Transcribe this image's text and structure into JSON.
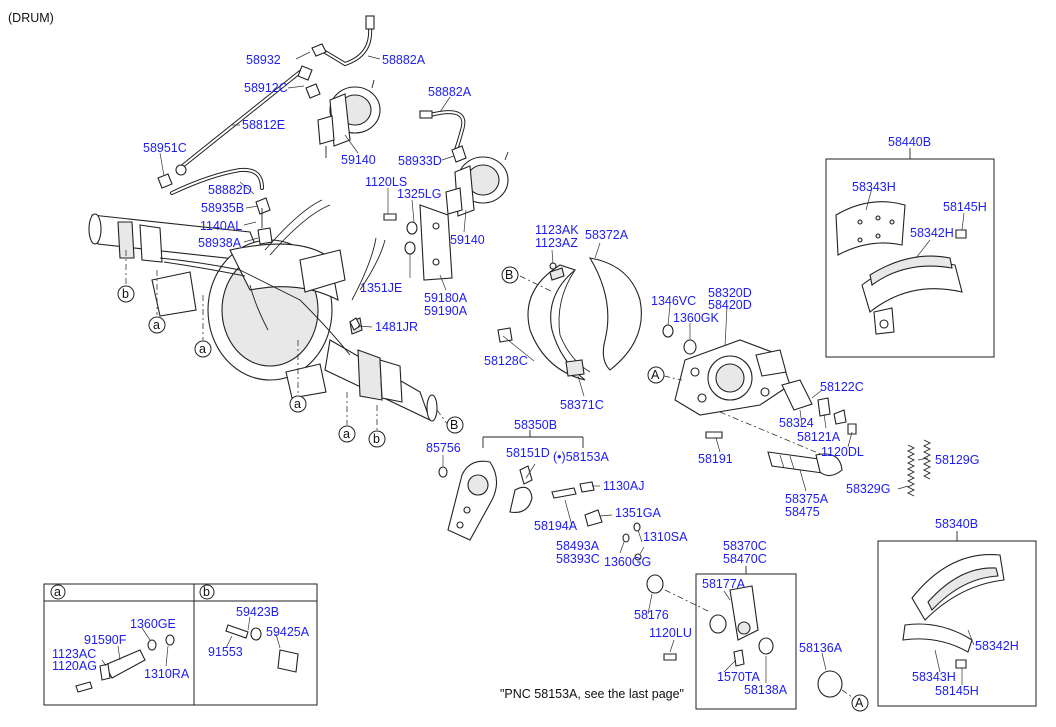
{
  "header": {
    "title": "(DRUM)"
  },
  "callouts": {
    "58932": "58932",
    "58882A_1": "58882A",
    "58912C": "58912C",
    "58812E": "58812E",
    "59140_1": "59140",
    "58882A_2": "58882A",
    "58933D": "58933D",
    "59140_2": "59140",
    "58951C": "58951C",
    "58882D": "58882D",
    "58935B": "58935B",
    "1140AL": "1140AL",
    "58938A": "58938A",
    "1120LS": "1120LS",
    "1325LG": "1325LG",
    "1351JE": "1351JE",
    "59180A": "59180A",
    "59190A": "59190A",
    "1481JR": "1481JR",
    "1123AK": "1123AK",
    "1123AZ": "1123AZ",
    "58372A": "58372A",
    "58128C": "58128C",
    "58371C": "58371C",
    "58440B": "58440B",
    "58343H_1": "58343H",
    "58145H_1": "58145H",
    "58342H_1": "58342H",
    "58320D": "58320D",
    "58420D": "58420D",
    "1346VC": "1346VC",
    "1360GK": "1360GK",
    "58122C": "58122C",
    "58324": "58324",
    "58121A": "58121A",
    "1120DL": "1120DL",
    "58191": "58191",
    "58129G": "58129G",
    "58329G": "58329G",
    "58375A": "58375A",
    "58475": "58475",
    "58350B": "58350B",
    "58151D": "58151D",
    "58153A": "(•)58153A",
    "85756": "85756",
    "1130AJ": "1130AJ",
    "1351GA": "1351GA",
    "58194A": "58194A",
    "1310SA": "1310SA",
    "58493A": "58493A",
    "58393C": "58393C",
    "1360GG": "1360GG",
    "58370C": "58370C",
    "58470C": "58470C",
    "58177A": "58177A",
    "58176": "58176",
    "1120LU": "1120LU",
    "1570TA": "1570TA",
    "58138A": "58138A",
    "58136A": "58136A",
    "58340B": "58340B",
    "58342H_2": "58342H",
    "58343H_2": "58343H",
    "58145H_2": "58145H",
    "1360GE": "1360GE",
    "91590F": "91590F",
    "1123AC": "1123AC",
    "1120AG": "1120AG",
    "1310RA": "1310RA",
    "59423B": "59423B",
    "59425A": "59425A",
    "91553": "91553"
  },
  "ref_markers": {
    "a": "a",
    "b": "b",
    "A": "A",
    "B": "B"
  },
  "footnote": "\"PNC 58153A, see the last page\""
}
